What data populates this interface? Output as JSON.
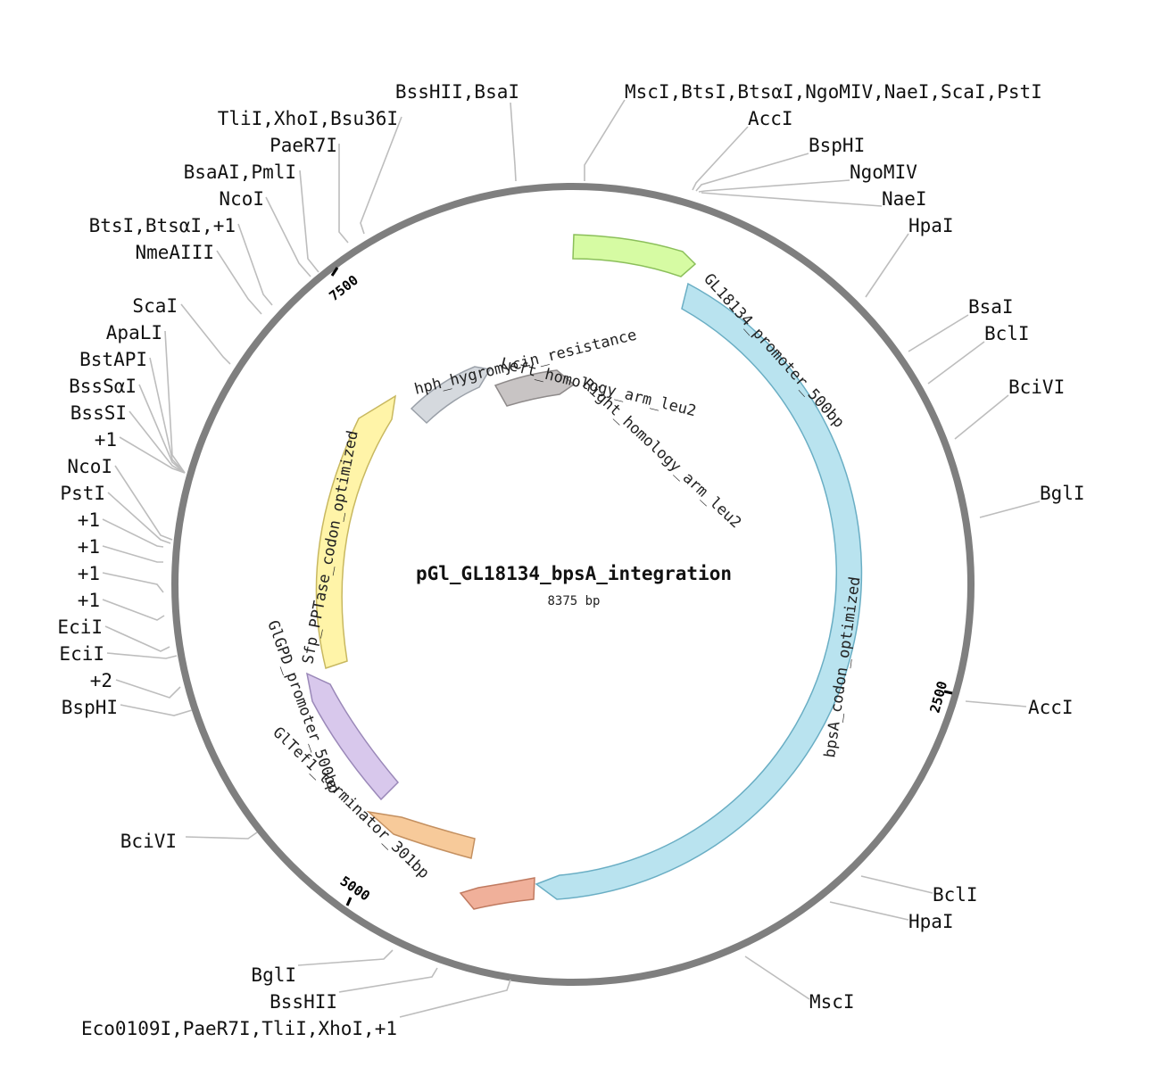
{
  "plasmid": {
    "name": "pGl_GL18134_bpsA_integration",
    "length_label": "8375 bp",
    "length_bp": 8375
  },
  "ticks": [
    {
      "label": "2500"
    },
    {
      "label": "5000"
    },
    {
      "label": "7500"
    }
  ],
  "features": [
    {
      "label": "GL18134_promoter_500bp",
      "color": "#d6fba3",
      "stroke": "#8bbf5a"
    },
    {
      "label": "bpsA_codon_optimized",
      "color": "#b9e3ef",
      "stroke": "#6aaec4"
    },
    {
      "label": "GlTef1_terminator_301bp",
      "color": "#f0b09a",
      "stroke": "#c07a60"
    },
    {
      "label": "GlGPD_promoter_500bp",
      "color": "#f7ca9a",
      "stroke": "#c49060"
    },
    {
      "label": "Sfp_PPTase_codon_optimized",
      "color": "#d8c8ec",
      "stroke": "#9a88b8"
    },
    {
      "label": "",
      "color": "#fff4a8",
      "stroke": "#c8b860"
    },
    {
      "label": "hph_hygromycin_resistance",
      "color": "#d5d9de",
      "stroke": "#9aa0a8"
    },
    {
      "label": "Left_homology_arm_leu2",
      "color": "#c8c4c4",
      "stroke": "#8e8a8a"
    },
    {
      "label": "Right_homology_arm_leu2",
      "color": "",
      "stroke": ""
    }
  ],
  "enzymes": [
    "MscI,BtsI,BtsαI,NgoMIV,NaeI,ScaI,PstI",
    "AccI",
    "BspHI",
    "NgoMIV",
    "NaeI",
    "HpaI",
    "BsaI",
    "BclI",
    "BciVI",
    "BglI",
    "AccI",
    "BclI",
    "HpaI",
    "MscI",
    "Eco0109I,PaeR7I,TliI,XhoI,+1",
    "BssHII",
    "BglI",
    "BciVI",
    "BspHI",
    "+2",
    "EciI",
    "EciI",
    "+1",
    "+1",
    "+1",
    "+1",
    "PstI",
    "NcoI",
    "+1",
    "BssSI",
    "BssSαI",
    "BstAPI",
    "ApaLI",
    "ScaI",
    "NmeAIII",
    "BtsI,BtsαI,+1",
    "NcoI",
    "BsaAI,PmlI",
    "PaeR7I",
    "TliI,XhoI,Bsu36I",
    "BssHII,BsaI"
  ]
}
